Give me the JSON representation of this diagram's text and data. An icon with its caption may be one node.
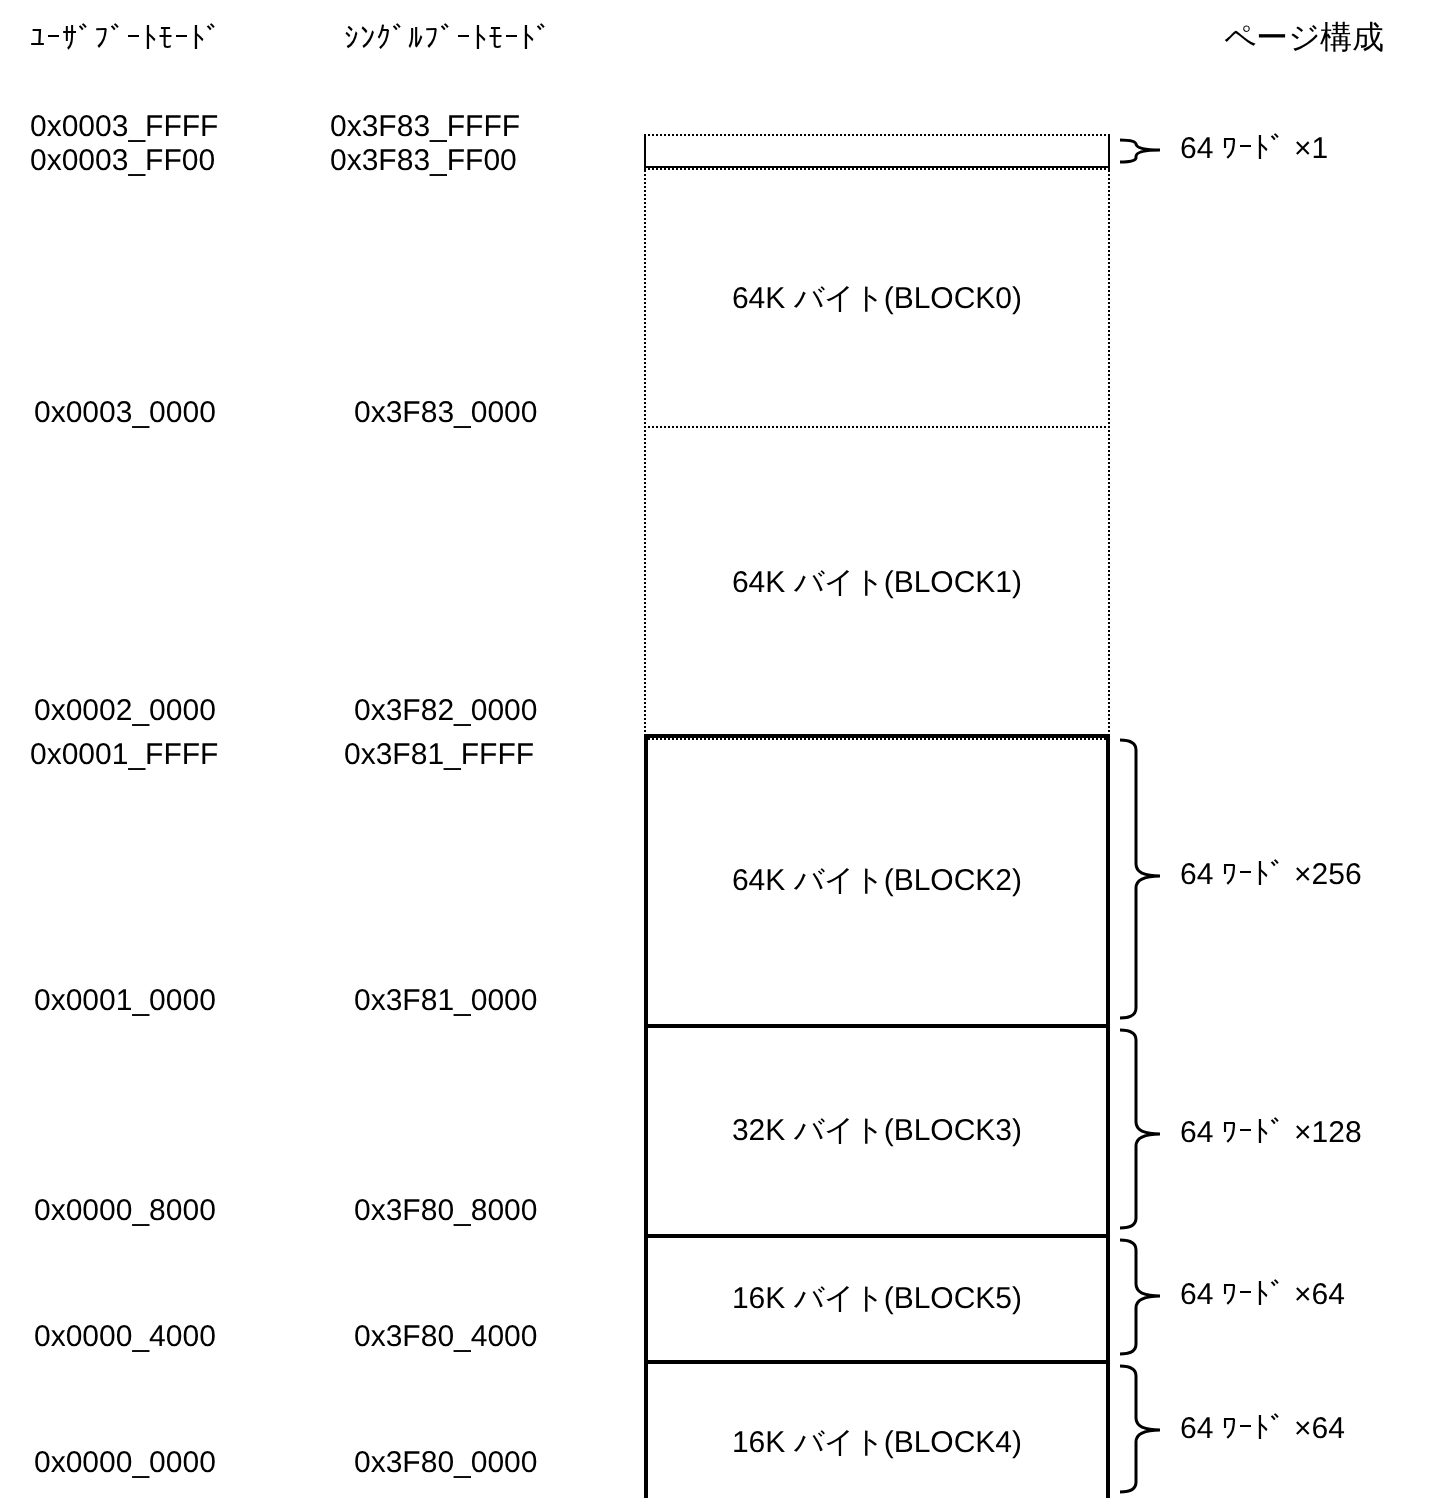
{
  "diagram": {
    "nodes": [
      {
        "text": [],
        "shape": "box",
        "beside": [
          "64 ﾜｰﾄﾞ ×1"
        ]
      },
      {
        "text": [
          "64K バイト(BLOCK0)"
        ]
      },
      {
        "text": [
          "64K バイト(BLOCK1)"
        ]
      },
      {
        "text": [
          "64K バイト(BLOCK2)"
        ],
        "beside": [
          "64 ﾜｰﾄﾞ ×256"
        ]
      },
      {
        "text": [
          "32K バイト(BLOCK3)"
        ],
        "beside": [
          "64 ﾜｰﾄﾞ ×128"
        ]
      },
      {
        "text": [
          "16K バイト(BLOCK5)"
        ],
        "beside": [
          "64 ﾜｰﾄﾞ ×64"
        ]
      },
      {
        "text": [
          "16K バイト(BLOCK4)"
        ],
        "beside": [
          "64 ﾜｰﾄﾞ ×64"
        ]
      }
    ],
    "labels": [
      "ﾕｰｻﾞﾌﾞｰﾄﾓｰﾄﾞ",
      "ｼﾝｸﾞﾙﾌﾞｰﾄﾓｰﾄﾞ",
      "ページ構成",
      "0x0003_FFFF",
      "0x3F83_FFFF",
      "0x0003_FF00",
      "0x3F83_FF00",
      "0x0003_0000",
      "0x3F83_0000",
      "0x0002_0000",
      "0x3F82_0000",
      "0x0001_FFFF",
      "0x3F81_FFFF",
      "0x0001_0000",
      "0x3F81_0000",
      "0x0000_8000",
      "0x3F80_8000",
      "0x0000_4000",
      "0x3F80_4000",
      "0x0000_0000",
      "0x3F80_0000"
    ]
  }
}
